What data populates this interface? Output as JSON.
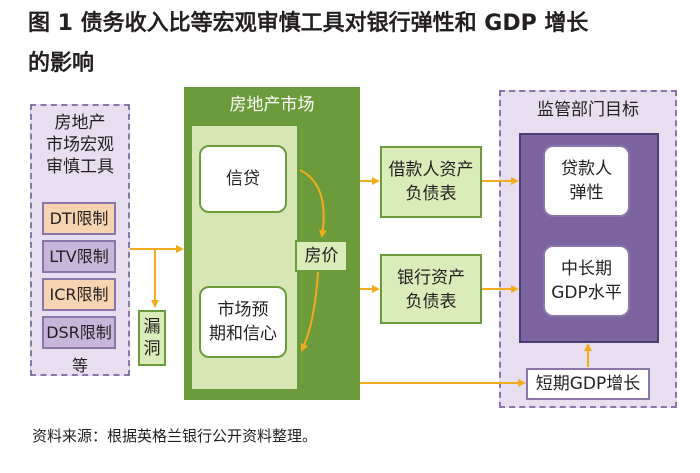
{
  "figure": {
    "title_line1": "图 1    债务收入比等宏观审慎工具对银行弹性和 GDP 增长",
    "title_line2": "的影响",
    "source": "资料来源：根据英格兰银行公开资料整理。"
  },
  "left_panel": {
    "heading": [
      "房地产",
      "市场宏观",
      "审慎工具"
    ],
    "tools": [
      {
        "label": "DTI限制",
        "color": "#f6d3b1"
      },
      {
        "label": "LTV限制",
        "color": "#c7b6da"
      },
      {
        "label": "ICR限制",
        "color": "#f6d3b1"
      },
      {
        "label": "DSR限制",
        "color": "#c7b6da"
      }
    ],
    "etc": "等"
  },
  "leak": "漏洞",
  "market": {
    "heading": "房地产市场",
    "credit": "信贷",
    "expectation": [
      "市场预",
      "期和信心"
    ],
    "price": "房价"
  },
  "middle": {
    "borrower_bs": [
      "借款人资产",
      "负债表"
    ],
    "bank_bs": [
      "银行资产",
      "负债表"
    ]
  },
  "regulator": {
    "heading": "监管部门目标",
    "resilience": [
      "贷款人",
      "弹性"
    ],
    "gdp": [
      "中长期",
      "GDP水平"
    ],
    "short_gdp": "短期GDP增长"
  },
  "colors": {
    "arrow": "#f2ab1d",
    "green_dark": "#6b9b3a",
    "green_light": "#d9ecb9",
    "purple_light": "#e7dff0",
    "purple_dark": "#7b64a0"
  }
}
